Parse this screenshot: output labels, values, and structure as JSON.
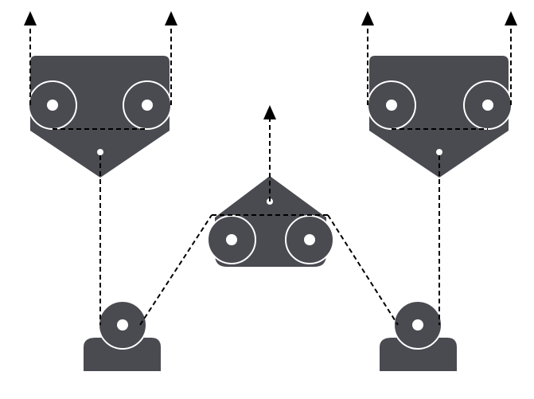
{
  "diagram": {
    "components": [
      {
        "id": "left-moving-block",
        "kind": "moving pulley block",
        "pulleys": 2
      },
      {
        "id": "center-moving-block",
        "kind": "moving pulley block",
        "pulleys": 2
      },
      {
        "id": "right-moving-block",
        "kind": "moving pulley block",
        "pulleys": 2
      },
      {
        "id": "left-fixed-pulley",
        "kind": "fixed pulley on base",
        "pulleys": 1
      },
      {
        "id": "right-fixed-pulley",
        "kind": "fixed pulley on base",
        "pulleys": 1
      }
    ],
    "arrow_count": 5,
    "rope_style": "dashed",
    "colors": {
      "body": "#4a4a51",
      "rim": "#ffffff",
      "hole": "#ffffff",
      "rope": "#000000",
      "background": "#ffffff"
    }
  }
}
